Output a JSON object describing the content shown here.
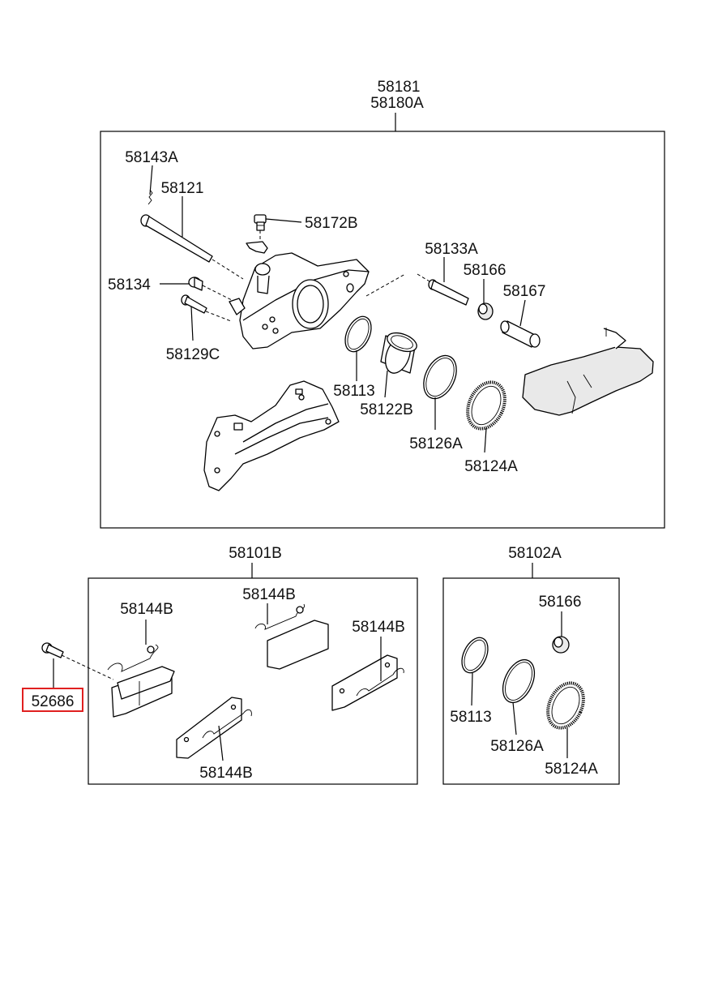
{
  "groups": {
    "caliper": {
      "line1": "58181",
      "line2": "58180A"
    },
    "pad_kit": {
      "label": "58101B"
    },
    "seal_kit": {
      "label": "58102A"
    }
  },
  "parts": {
    "p58143A": "58143A",
    "p58121": "58121",
    "p58172B": "58172B",
    "p58134": "58134",
    "p58129C": "58129C",
    "p58133A": "58133A",
    "p58166": "58166",
    "p58167": "58167",
    "p58113": "58113",
    "p58122B": "58122B",
    "p58126A": "58126A",
    "p58124A": "58124A",
    "pad_58144B_1": "58144B",
    "pad_58144B_2": "58144B",
    "pad_58144B_3": "58144B",
    "pad_58144B_4": "58144B",
    "p52686": "52686",
    "kit_58166": "58166",
    "kit_58113": "58113",
    "kit_58126A": "58126A",
    "kit_58124A": "58124A"
  },
  "highlight": {
    "part": "52686",
    "color": "#e02020"
  }
}
